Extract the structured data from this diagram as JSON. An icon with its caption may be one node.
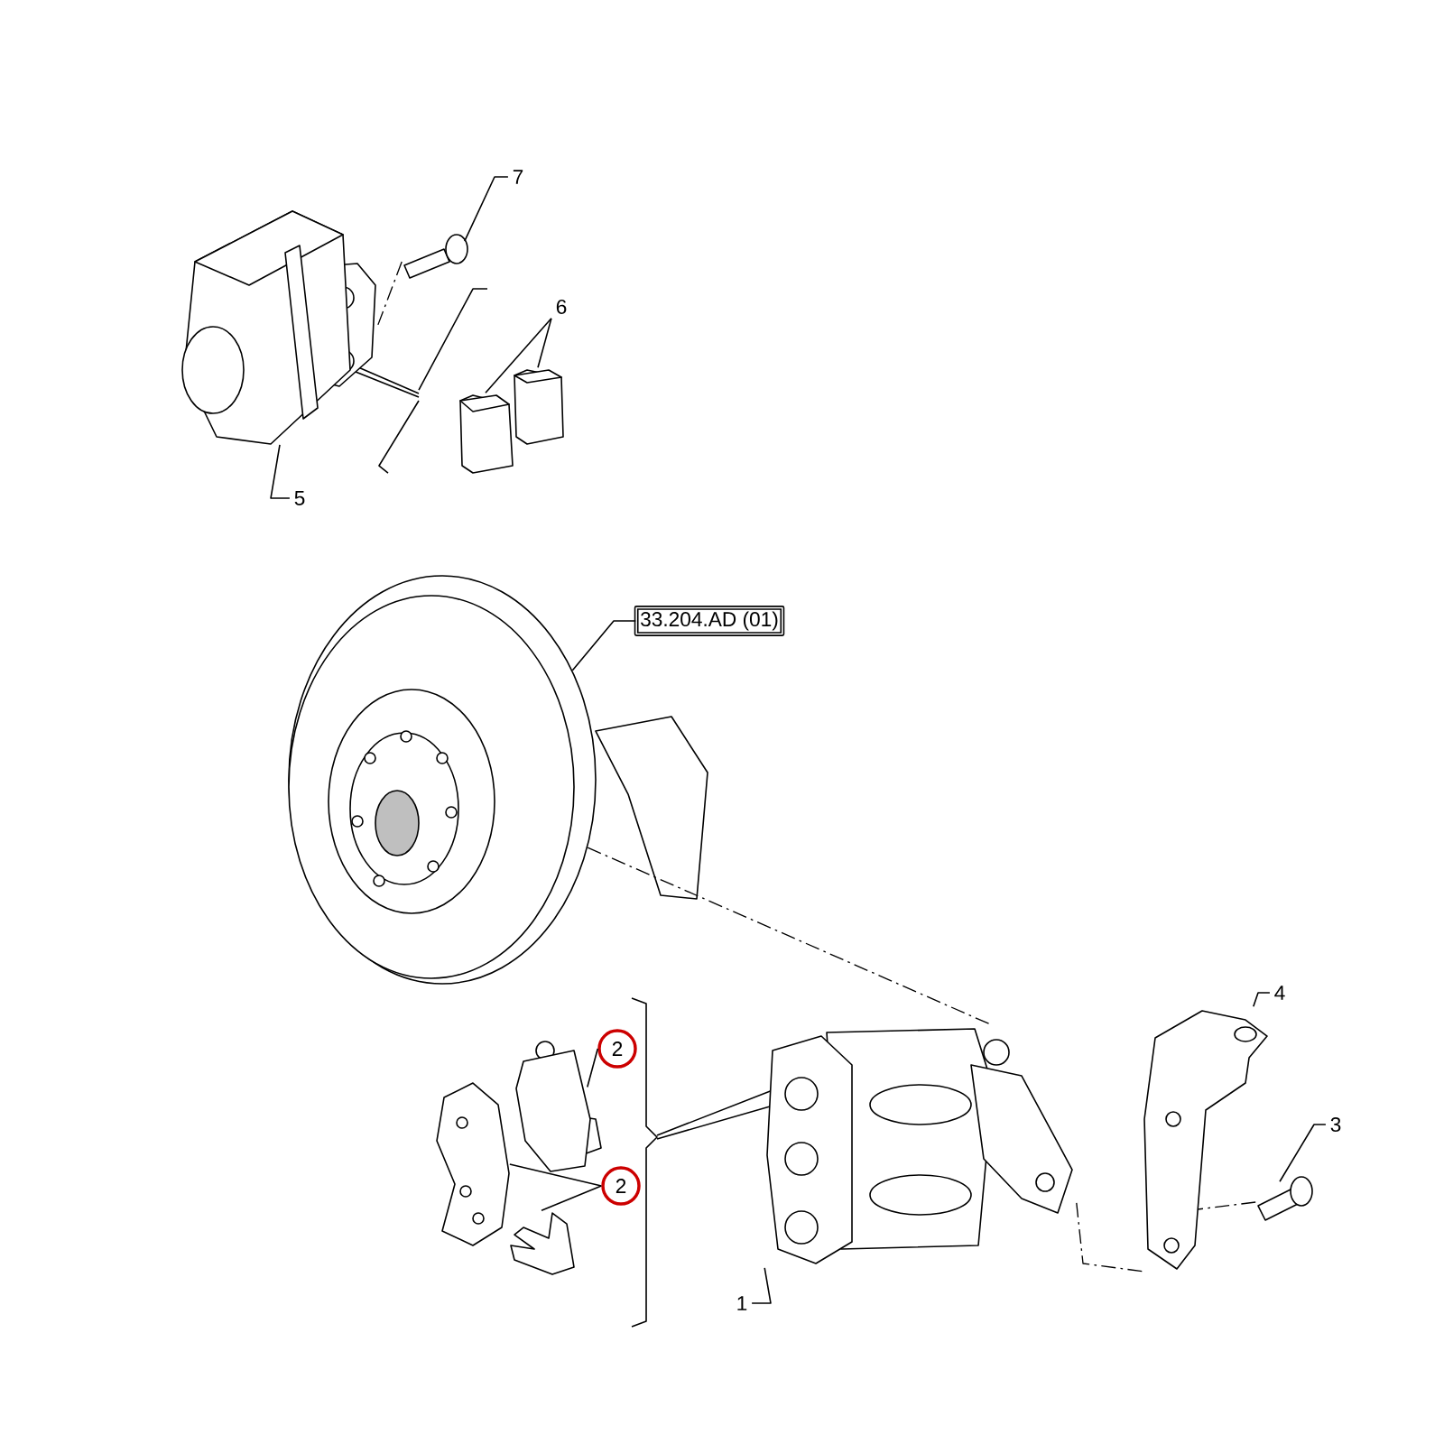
{
  "diagram": {
    "nodes": [
      {
        "text": [
          "7"
        ]
      },
      {
        "text": [],
        "shape": "picture"
      },
      {
        "text": [
          "6"
        ]
      },
      {
        "text": [],
        "shape": "picture"
      },
      {
        "text": [],
        "shape": "picture"
      },
      {
        "text": [
          "5"
        ]
      },
      {
        "text": [],
        "shape": "picture"
      },
      {
        "text": [
          "33.204.AD (01)"
        ]
      },
      {
        "text": [],
        "shape": "picture"
      },
      {
        "text": [
          "2"
        ]
      },
      {
        "text": [],
        "shape": "picture"
      },
      {
        "text": [
          "2"
        ]
      },
      {
        "text": [],
        "shape": "picture"
      },
      {
        "text": [],
        "shape": "picture"
      },
      {
        "text": [
          "4"
        ]
      },
      {
        "text": [],
        "shape": "picture"
      },
      {
        "text": [
          "3"
        ]
      },
      {
        "text": [],
        "shape": "picture"
      },
      {
        "text": [
          "1"
        ]
      },
      {
        "text": [],
        "shape": "picture"
      }
    ],
    "edges": [
      {
        "from": 0,
        "to": 1,
        "arrow": "none"
      },
      {
        "from": 2,
        "to": 3,
        "arrow": "none"
      },
      {
        "from": 2,
        "to": 4,
        "arrow": "none"
      },
      {
        "from": 5,
        "to": 6,
        "arrow": "none"
      },
      {
        "from": 7,
        "to": 8,
        "arrow": "none"
      },
      {
        "from": 9,
        "to": 10,
        "arrow": "none"
      },
      {
        "from": 11,
        "to": 12,
        "arrow": "none"
      },
      {
        "from": 11,
        "to": 13,
        "arrow": "none"
      },
      {
        "from": 14,
        "to": 15,
        "arrow": "none"
      },
      {
        "from": 16,
        "to": 17,
        "arrow": "none"
      },
      {
        "from": 18,
        "to": 19,
        "arrow": "none"
      },
      {
        "from": 8,
        "to": 19,
        "arrow": "none",
        "style": "dashed"
      },
      {
        "from": 19,
        "to": 15,
        "arrow": "none",
        "style": "dashed"
      },
      {
        "from": 17,
        "to": 15,
        "arrow": "none",
        "style": "dashed"
      },
      {
        "from": 1,
        "to": 6,
        "arrow": "none",
        "style": "dashed"
      }
    ]
  }
}
